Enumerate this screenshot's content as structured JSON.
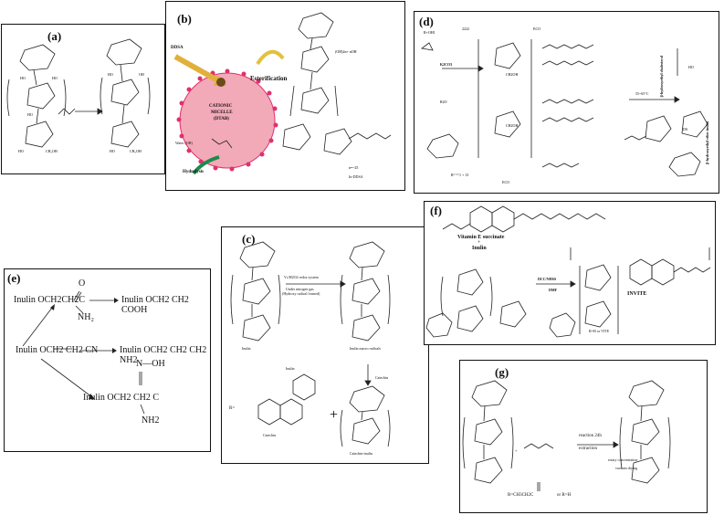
{
  "panels": {
    "a": {
      "label": "(a)"
    },
    "b": {
      "label": "(b)",
      "reagent": "DDSA",
      "process": "Esterification",
      "micelle_line1": "CATIONIC",
      "micelle_line2": "MICELLE",
      "micelle_line3": "(DTAB)",
      "water": "Water (OH)",
      "hydrolysis": "Hydrolysis",
      "product": "In-DDSA"
    },
    "c": {
      "label": "(c)",
      "cond1": "Vc/H2O2 redox system",
      "cond2": "Under nitrogen gas",
      "cond3": "(Hydroxy radical formed)",
      "inulin": "Inulin",
      "macro": "Inulin macro radicals",
      "catechin": "Catechin",
      "conj": "Catechin-inulin",
      "r": "R="
    },
    "d": {
      "label": "(d)",
      "catalyst": "K2CO3",
      "temp": "55~65°C",
      "cholesterol": "β-hydroxyethyl cholesterol",
      "ester": "β-hydroxyethyl ether inulin"
    },
    "e": {
      "label": "(e)",
      "top_reactant": "Inulin OCH2CH2C",
      "top_o": "O",
      "top_nh2": "NH₂",
      "top_product": "Inulin OCH2 CH2 COOH",
      "mid_reactant": "Inulin OCH2 CH2 CN",
      "mid_product": "Inulin OCH2 CH2 CH2 NH2",
      "bot_product": "Inulin OCH2 CH2 C",
      "bot_noh": "N—OH",
      "bot_nh2": "NH2"
    },
    "f": {
      "label": "(f)",
      "vit": "Vitamin E succinate",
      "plus": "+",
      "inulin": "Inulin",
      "reagent": "DCC/NHSS",
      "solvent": "DMF",
      "product": "INVITE",
      "rnote": "R=H or VITE"
    },
    "g": {
      "label": "(g)",
      "cond1": "reaction 24h",
      "cond2": "extraction",
      "cond3": "rotary concentration",
      "cond4": "vacuum drying",
      "rdef": "R=CH3CH2C",
      "or": "or R=H"
    }
  }
}
